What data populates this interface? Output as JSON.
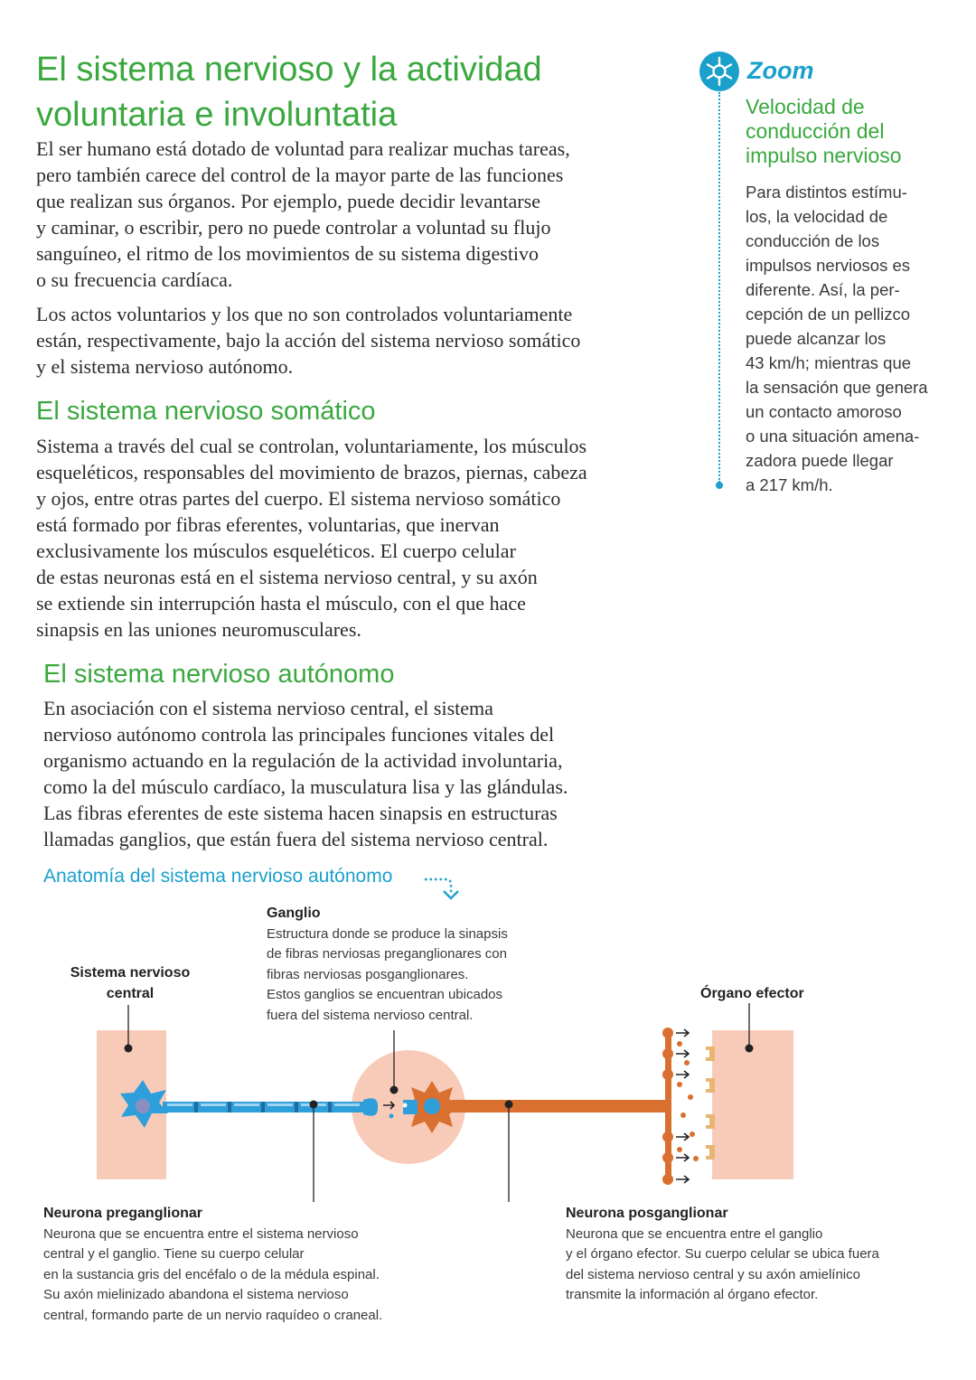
{
  "title_lines": [
    "El sistema nervioso y la actividad",
    "voluntaria e involuntatia"
  ],
  "intro": {
    "p1_lines": [
      "El ser humano está dotado de voluntad para realizar muchas tareas,",
      "pero también carece del control de la mayor parte de las funciones",
      "que realizan sus órganos. Por ejemplo, puede decidir levantarse",
      "y caminar, o escribir, pero no puede controlar a voluntad su flujo",
      "sanguíneo, el ritmo de los movimientos de su sistema digestivo",
      "o su frecuencia cardíaca."
    ],
    "p2_lines": [
      "Los actos voluntarios y los que no son controlados voluntariamente",
      "están, respectivamente, bajo la acción del sistema nervioso somático",
      "y el sistema nervioso autónomo."
    ]
  },
  "somatic": {
    "heading": "El sistema nervioso somático",
    "lines": [
      "Sistema a través del cual se controlan, voluntariamente, los músculos",
      "esqueléticos, responsables del movimiento de brazos, piernas, cabeza",
      "y ojos, entre otras partes del cuerpo. El sistema nervioso somático",
      "está formado por fibras eferentes, voluntarias, que inervan",
      "exclusivamente los músculos esqueléticos. El cuerpo celular",
      "de estas neuronas está en el sistema nervioso central, y su axón",
      "se extiende sin interrupción hasta el músculo, con el que hace",
      "sinapsis en las uniones neuromusculares."
    ]
  },
  "autonomic": {
    "heading": "El sistema nervioso autónomo",
    "lines": [
      "En asociación con el sistema nervioso central, el sistema",
      "nervioso autónomo controla las principales funciones vitales del",
      "organismo actuando en la regulación de la actividad involuntaria,",
      "como la del músculo cardíaco, la musculatura lisa y las glándulas.",
      "Las fibras eferentes de este sistema hacen sinapsis en estructuras",
      "llamadas ganglios, que están fuera del sistema nervioso central."
    ]
  },
  "zoom": {
    "label": "Zoom",
    "title_lines": [
      "Velocidad de",
      "conducción del",
      "impulso nervioso"
    ],
    "body_lines": [
      "Para distintos estímu-",
      "los, la velocidad de",
      "conducción de los",
      "impulsos nerviosos es",
      "diferente. Así, la per-",
      "cepción de un pellizco",
      "puede alcanzar los",
      "43 km/h; mientras que",
      "la sensación que genera",
      "un contacto amoroso",
      "o una situación amena-",
      "zadora puede llegar",
      "a 217 km/h."
    ],
    "icon": "snowflake-zoom-icon"
  },
  "figure": {
    "caption": "Anatomía del sistema nervioso autónomo",
    "labels": {
      "cns_lines": [
        "Sistema nervioso",
        "central"
      ],
      "ganglion_title": "Ganglio",
      "ganglion_lines": [
        "Estructura donde se produce la sinapsis",
        "de fibras nerviosas preganglionares con",
        "fibras nerviosas posganglionares.",
        "Estos ganglios se encuentran ubicados",
        "fuera del sistema nervioso central."
      ],
      "effector": "Órgano efector",
      "pre_title": "Neurona preganglionar",
      "pre_lines": [
        "Neurona que se encuentra entre el sistema nervioso",
        "central y el ganglio. Tiene su cuerpo celular",
        "en la sustancia gris del encéfalo o de la médula espinal.",
        "Su axón mielinizado abandona el sistema nervioso",
        "central, formando parte de un nervio raquídeo o craneal."
      ],
      "post_title": "Neurona posganglionar",
      "post_lines": [
        "Neurona que se encuentra entre el ganglio",
        "y el órgano efector. Su cuerpo celular se ubica fuera",
        "del sistema nervioso central y su axón amielínico",
        "transmite la información al órgano efector."
      ]
    },
    "colors": {
      "heading_green": "#3aa83f",
      "accent_blue": "#1ba0cc",
      "neuron_blue": "#2f9fdc",
      "neuron_orange": "#d9702f",
      "tissue_pink": "#f8cbb9",
      "receptor_tan": "#e8b572"
    }
  }
}
